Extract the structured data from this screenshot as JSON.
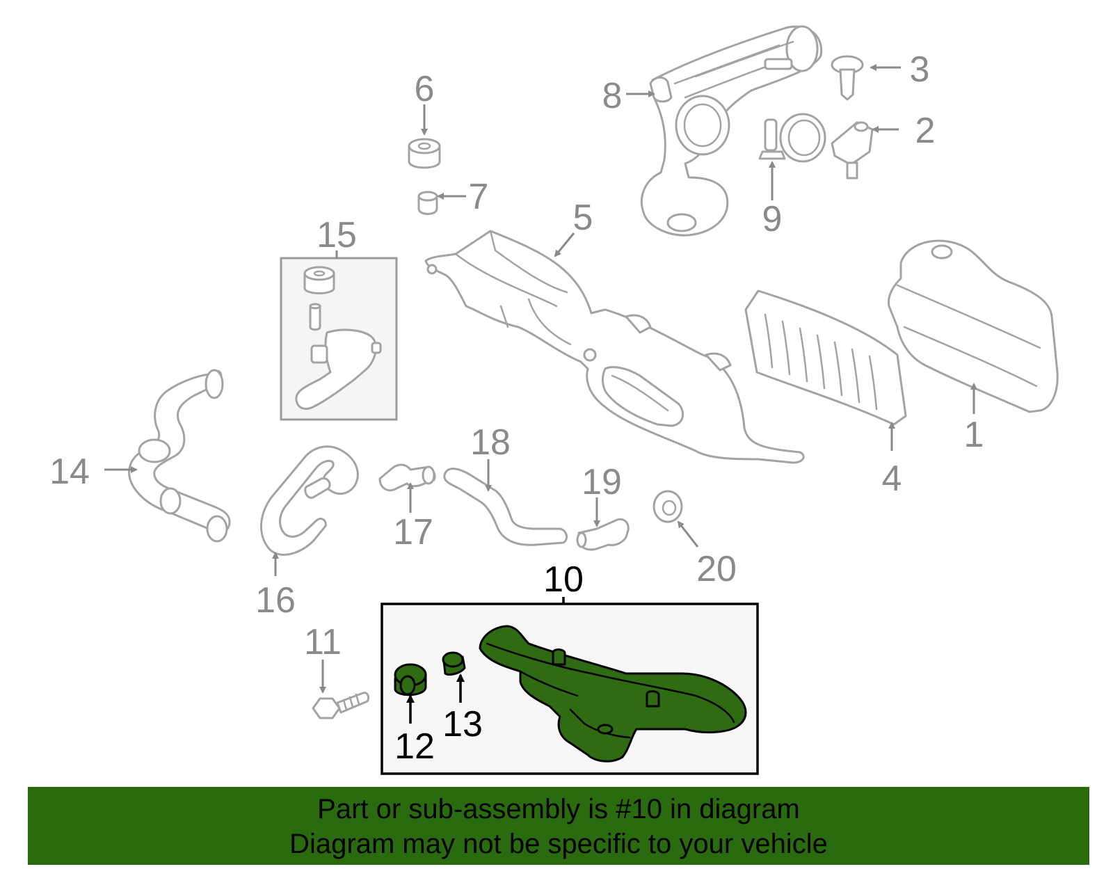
{
  "callouts": {
    "c1": "1",
    "c2": "2",
    "c3": "3",
    "c4": "4",
    "c5": "5",
    "c6": "6",
    "c7": "7",
    "c8": "8",
    "c9": "9",
    "c10": "10",
    "c11": "11",
    "c12": "12",
    "c13": "13",
    "c14": "14",
    "c15": "15",
    "c16": "16",
    "c17": "17",
    "c18": "18",
    "c19": "19",
    "c20": "20"
  },
  "footer": {
    "line1": "Part or sub-assembly is #10 in diagram",
    "line2": "Diagram may not be specific to your vehicle"
  },
  "colors": {
    "highlight_part": "#2e6b12",
    "footer_bg": "#2b6b0f",
    "part_outline": "#a3a3a3",
    "callout_gray": "#8a8a8a"
  }
}
